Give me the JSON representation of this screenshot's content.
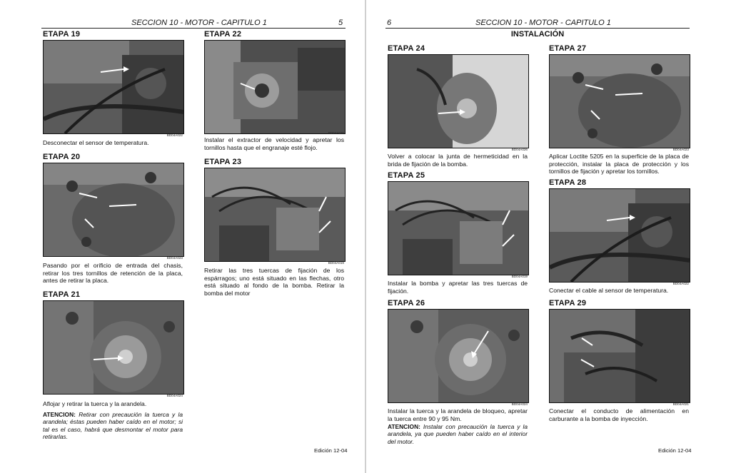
{
  "left_page": {
    "header": {
      "section": "SECCION 10 - MOTOR - CAPITULO 1",
      "page_number": "5"
    },
    "steps": [
      {
        "id": "19",
        "title": "ETAPA 19",
        "caption": "Desconectar el sensor de temperatura.",
        "code": "BD04A022"
      },
      {
        "id": "20",
        "title": "ETAPA 20",
        "caption": "Pasando por el orificio de entrada del chasis, retirar los tres tornillos de retención de la placa, antes de retirar la placa.",
        "code": "BD04A023"
      },
      {
        "id": "21",
        "title": "ETAPA 21",
        "caption": "Aflojar y retirar la tuerca y la arandela.",
        "code": "BD04A024",
        "note_label": "ATENCION:",
        "note_text": "Retirar con precaución la tuerca y la arandela; éstas pueden haber caído en el motor; si tal es el caso, habrá que desmontar el motor para retirarlas."
      },
      {
        "id": "22",
        "title": "ETAPA 22",
        "caption": "Instalar el extractor de velocidad y apretar los tornillos hasta que el engranaje esté flojo.",
        "code": "BD04A025"
      },
      {
        "id": "23",
        "title": "ETAPA 23",
        "caption": "Retirar las tres tuercas de fijación de los espárragos; uno está situado en las flechas, otro está situado al fondo de la bomba. Retirar la bomba del motor",
        "code": "BD04A019"
      }
    ],
    "footer": "Edición 12-04"
  },
  "right_page": {
    "header": {
      "page_number": "6",
      "section": "SECCION 10 - MOTOR - CAPITULO 1"
    },
    "section_title": "INSTALACIÓN",
    "steps": [
      {
        "id": "24",
        "title": "ETAPA 24",
        "caption": "Volver a colocar la junta de hermeticidad en la brida de fijación de la bomba.",
        "code": "BD04A026"
      },
      {
        "id": "25",
        "title": "ETAPA 25",
        "caption": "Instalar la bomba y apretar las tres tuercas de fijación.",
        "code": "BD04A019"
      },
      {
        "id": "26",
        "title": "ETAPA 26",
        "caption": "Instalar la tuerca y la arandela de bloqueo, apretar la tuerca entre 90 y 95 Nm.",
        "code": "BD04A024",
        "note_label": "ATENCION:",
        "note_text": "Instalar con precaución la tuerca y la arandela, ya que pueden haber caído en el interior del motor."
      },
      {
        "id": "27",
        "title": "ETAPA 27",
        "caption": "Aplicar Loctite 5205 en la superficie de la placa de protección, instalar la placa de protección y los tornillos de fijación y apretar los tornillos.",
        "code": "BD04A023"
      },
      {
        "id": "28",
        "title": "ETAPA 28",
        "caption": "Conectar el cable al sensor de temperatura.",
        "code": "BD04A022"
      },
      {
        "id": "29",
        "title": "ETAPA 29",
        "caption": "Conectar el conducto de alimentación en carburante a la bomba de inyección.",
        "code": "BD04A021"
      }
    ],
    "footer": "Edición 12-04"
  }
}
